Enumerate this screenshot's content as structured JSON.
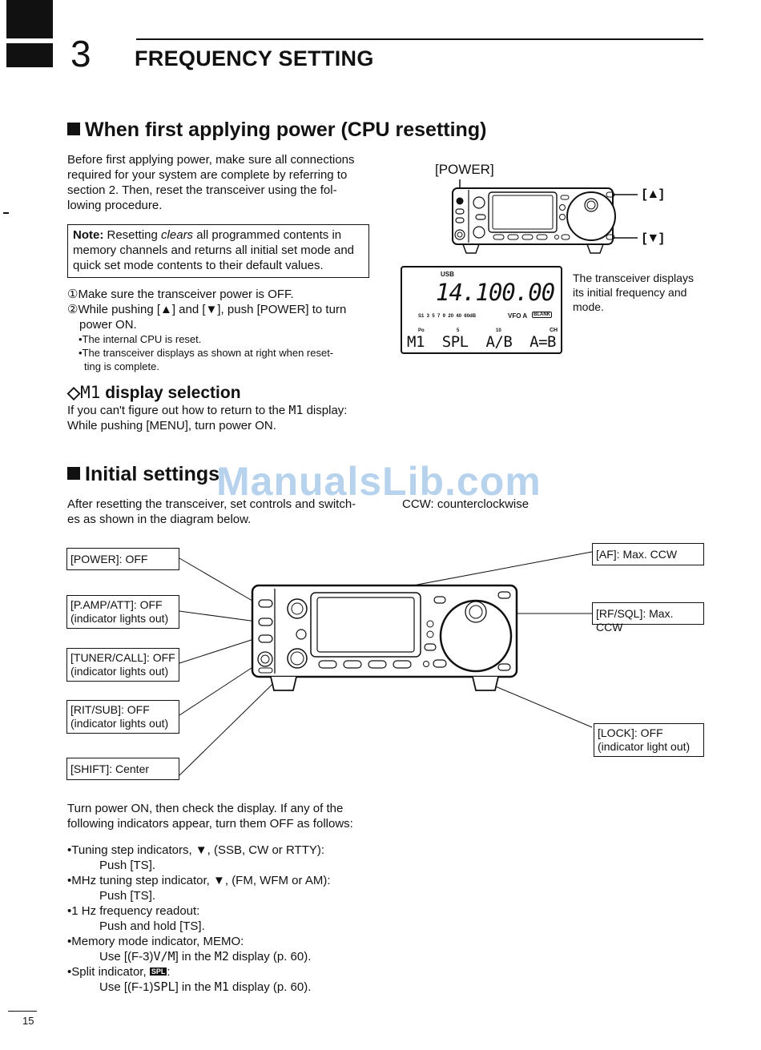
{
  "chapter": {
    "number": "3",
    "title": "FREQUENCY SETTING"
  },
  "section1": {
    "heading": "When first applying power (CPU resetting)",
    "intro": [
      "Before first applying power, make sure all connections",
      "required for your system are complete by referring to",
      "section 2. Then, reset the transceiver using the fol-",
      "lowing procedure."
    ],
    "note_label": "Note:",
    "note_text_1": " Resetting ",
    "note_clears": "clears",
    "note_text_2": " all programmed contents in",
    "note_lines": [
      "memory channels and returns all initial set mode and",
      "quick set mode contents to their default values."
    ],
    "steps": {
      "s1": "①Make sure the transceiver power is OFF.",
      "s2a": "②While pushing [▲] and [▼], push [POWER] to turn",
      "s2b": "power ON.",
      "b1": "•The internal CPU is reset.",
      "b2a": "•The transceiver displays as shown at right when reset-",
      "b2b": "ting is complete."
    },
    "diagram": {
      "power_label": "[POWER]",
      "up_label": "[▲]",
      "down_label": "[▼]",
      "lcd_usb": "USB",
      "lcd_freq": "14.100.00",
      "lcd_meter": "S1  3  5  7  9  20  40  60dB",
      "lcd_vfo": "VFO A",
      "lcd_blank": "BLANK",
      "lcd_po": "Po",
      "lcd_5": "5",
      "lcd_10": "10",
      "lcd_ch": "CH",
      "lcd_menu": "M1  SPL  A/B  A=B",
      "caption": [
        "The transceiver displays",
        "its initial frequency and",
        "mode."
      ]
    }
  },
  "m1_section": {
    "heading_prefix": "◇",
    "heading_m1": "M1",
    "heading_text": " display selection",
    "line1_pre": "If you can't figure out how to return to the ",
    "line1_m1": "M1",
    "line1_post": " display:",
    "line2": "While pushing [MENU], turn power ON."
  },
  "section2": {
    "heading": "Initial settings",
    "intro": [
      "After resetting the transceiver, set controls and switch-",
      "es as shown in the diagram below."
    ],
    "ccw": "CCW: counterclockwise",
    "labels": {
      "power": "[POWER]: OFF",
      "pamp1": "[P.AMP/ATT]: OFF",
      "pamp2": "(indicator lights out)",
      "tuner1": "[TUNER/CALL]: OFF",
      "tuner2": "(indicator lights out)",
      "rit1": "[RIT/SUB]: OFF",
      "rit2": "(indicator lights out)",
      "shift": "[SHIFT]: Center",
      "af": "[AF]: Max. CCW",
      "rf": "[RF/SQL]: Max. CCW",
      "lock1": "[LOCK]: OFF",
      "lock2": "(indicator light out)"
    },
    "after": [
      "Turn power ON, then check the display. If any of the",
      "following indicators appear, turn them OFF as follows:"
    ],
    "list": {
      "i1": "•Tuning step indicators, ▼, (SSB, CW or RTTY):",
      "i1a": "Push [TS].",
      "i2": "•MHz tuning step indicator, ▼, (FM, WFM or AM):",
      "i2a": "Push [TS].",
      "i3": "•1 Hz frequency readout:",
      "i3a": "Push and hold [TS].",
      "i4": "•Memory mode indicator, MEMO:",
      "i4a_pre": "Use [(F-3)",
      "i4a_vm": "V/M",
      "i4a_mid": "] in the ",
      "i4a_m2": "M2",
      "i4a_post": " display (p. 60).",
      "i5_pre": "•Split indicator, ",
      "i5_badge": "SPL",
      "i5_post": ":",
      "i5a_pre": "Use [(F-1)",
      "i5a_spl": "SPL",
      "i5a_mid": "] in the ",
      "i5a_m1": "M1",
      "i5a_post": " display (p. 60)."
    }
  },
  "watermark": "ManualsLib.com",
  "page_number": "15"
}
